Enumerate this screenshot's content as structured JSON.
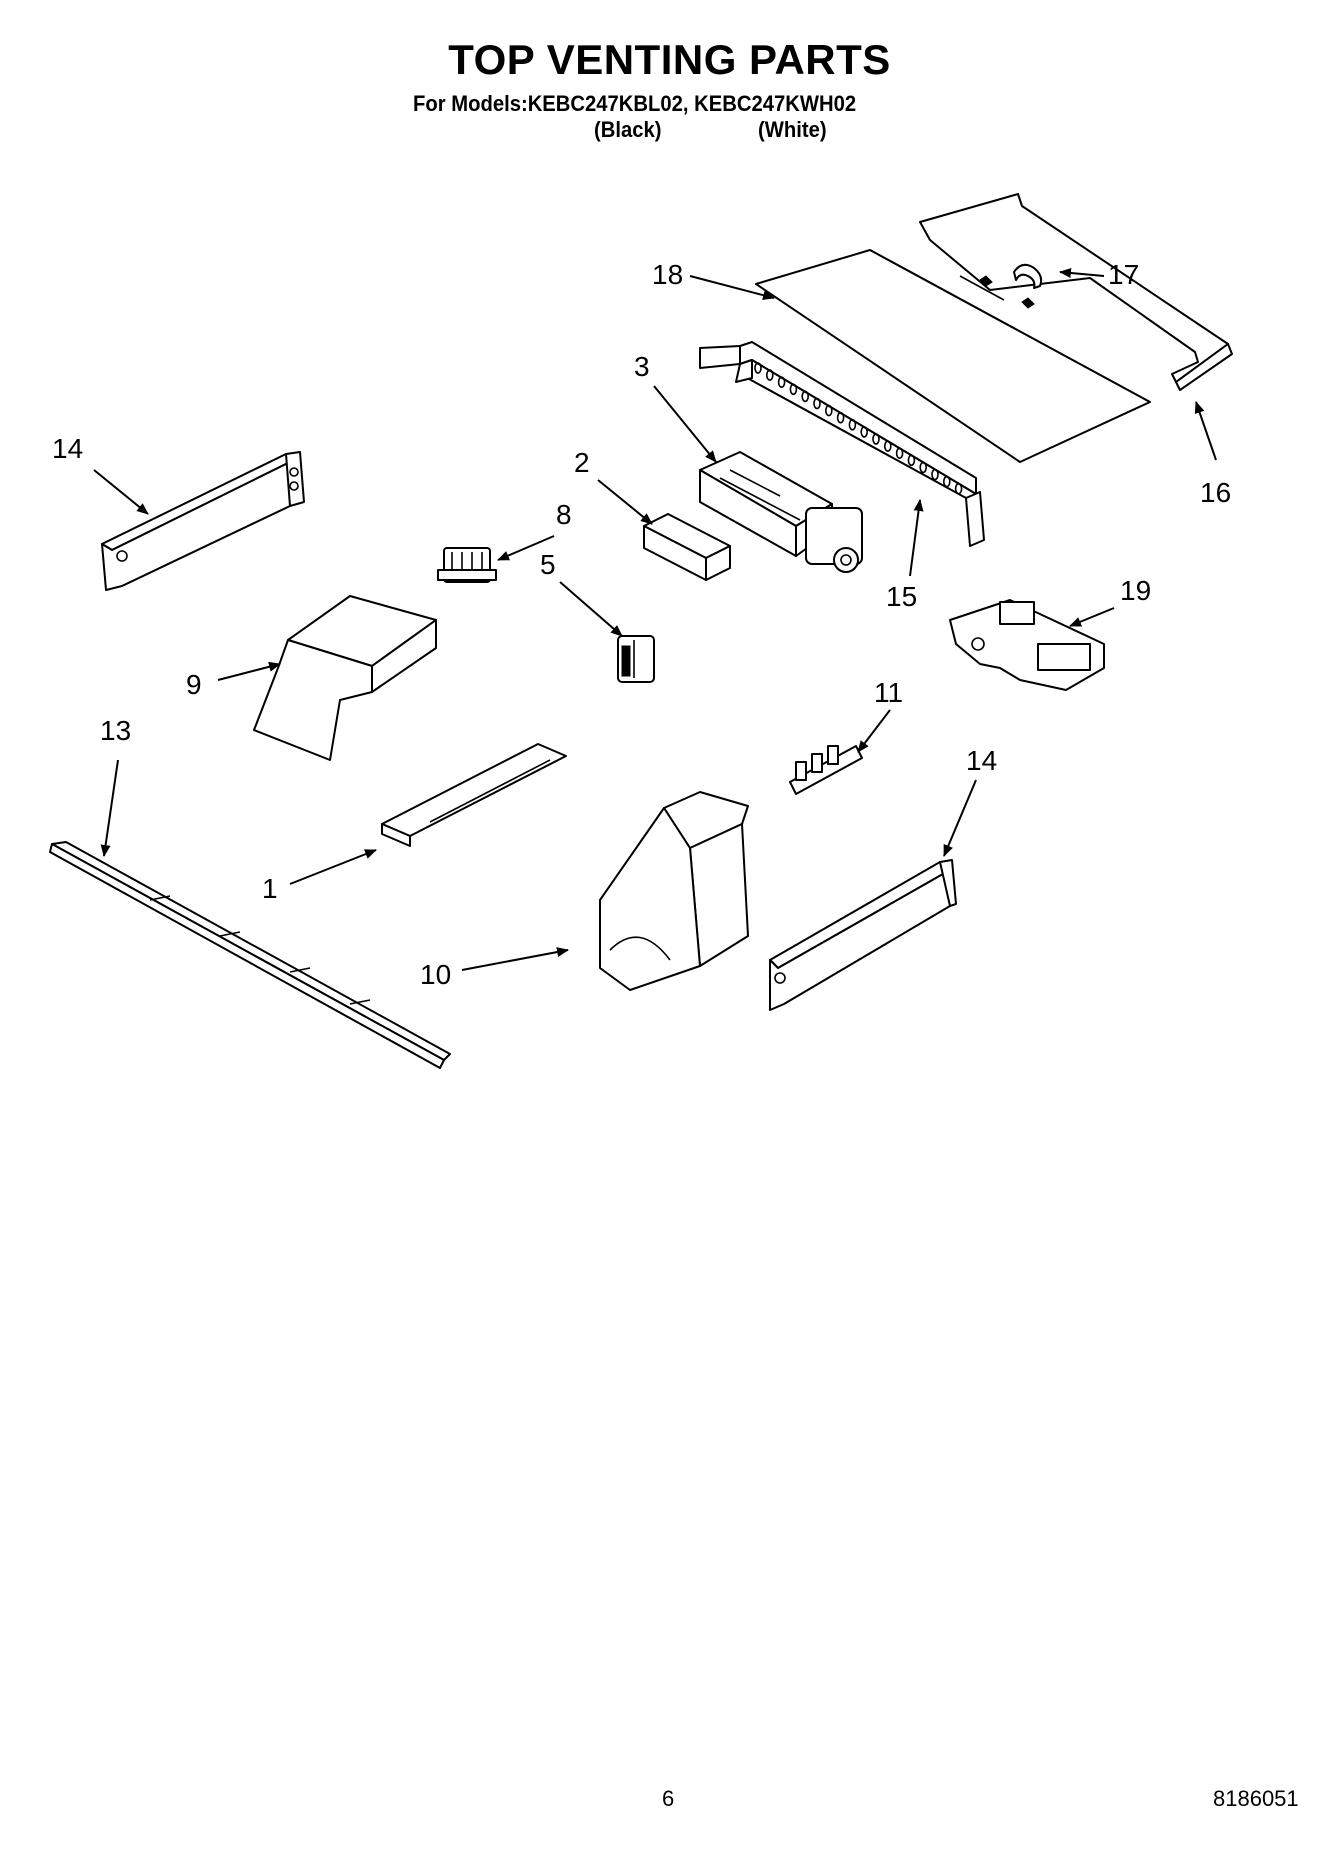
{
  "header": {
    "title": "TOP VENTING PARTS",
    "models_line": "For Models:KEBC247KBL02, KEBC247KWH02",
    "color_black": "(Black)",
    "color_white": "(White)"
  },
  "callouts": [
    "1",
    "2",
    "3",
    "5",
    "8",
    "9",
    "10",
    "11",
    "13",
    "14",
    "14",
    "15",
    "16",
    "17",
    "18",
    "19"
  ],
  "footer": {
    "page_number": "6",
    "document_number": "8186051"
  }
}
